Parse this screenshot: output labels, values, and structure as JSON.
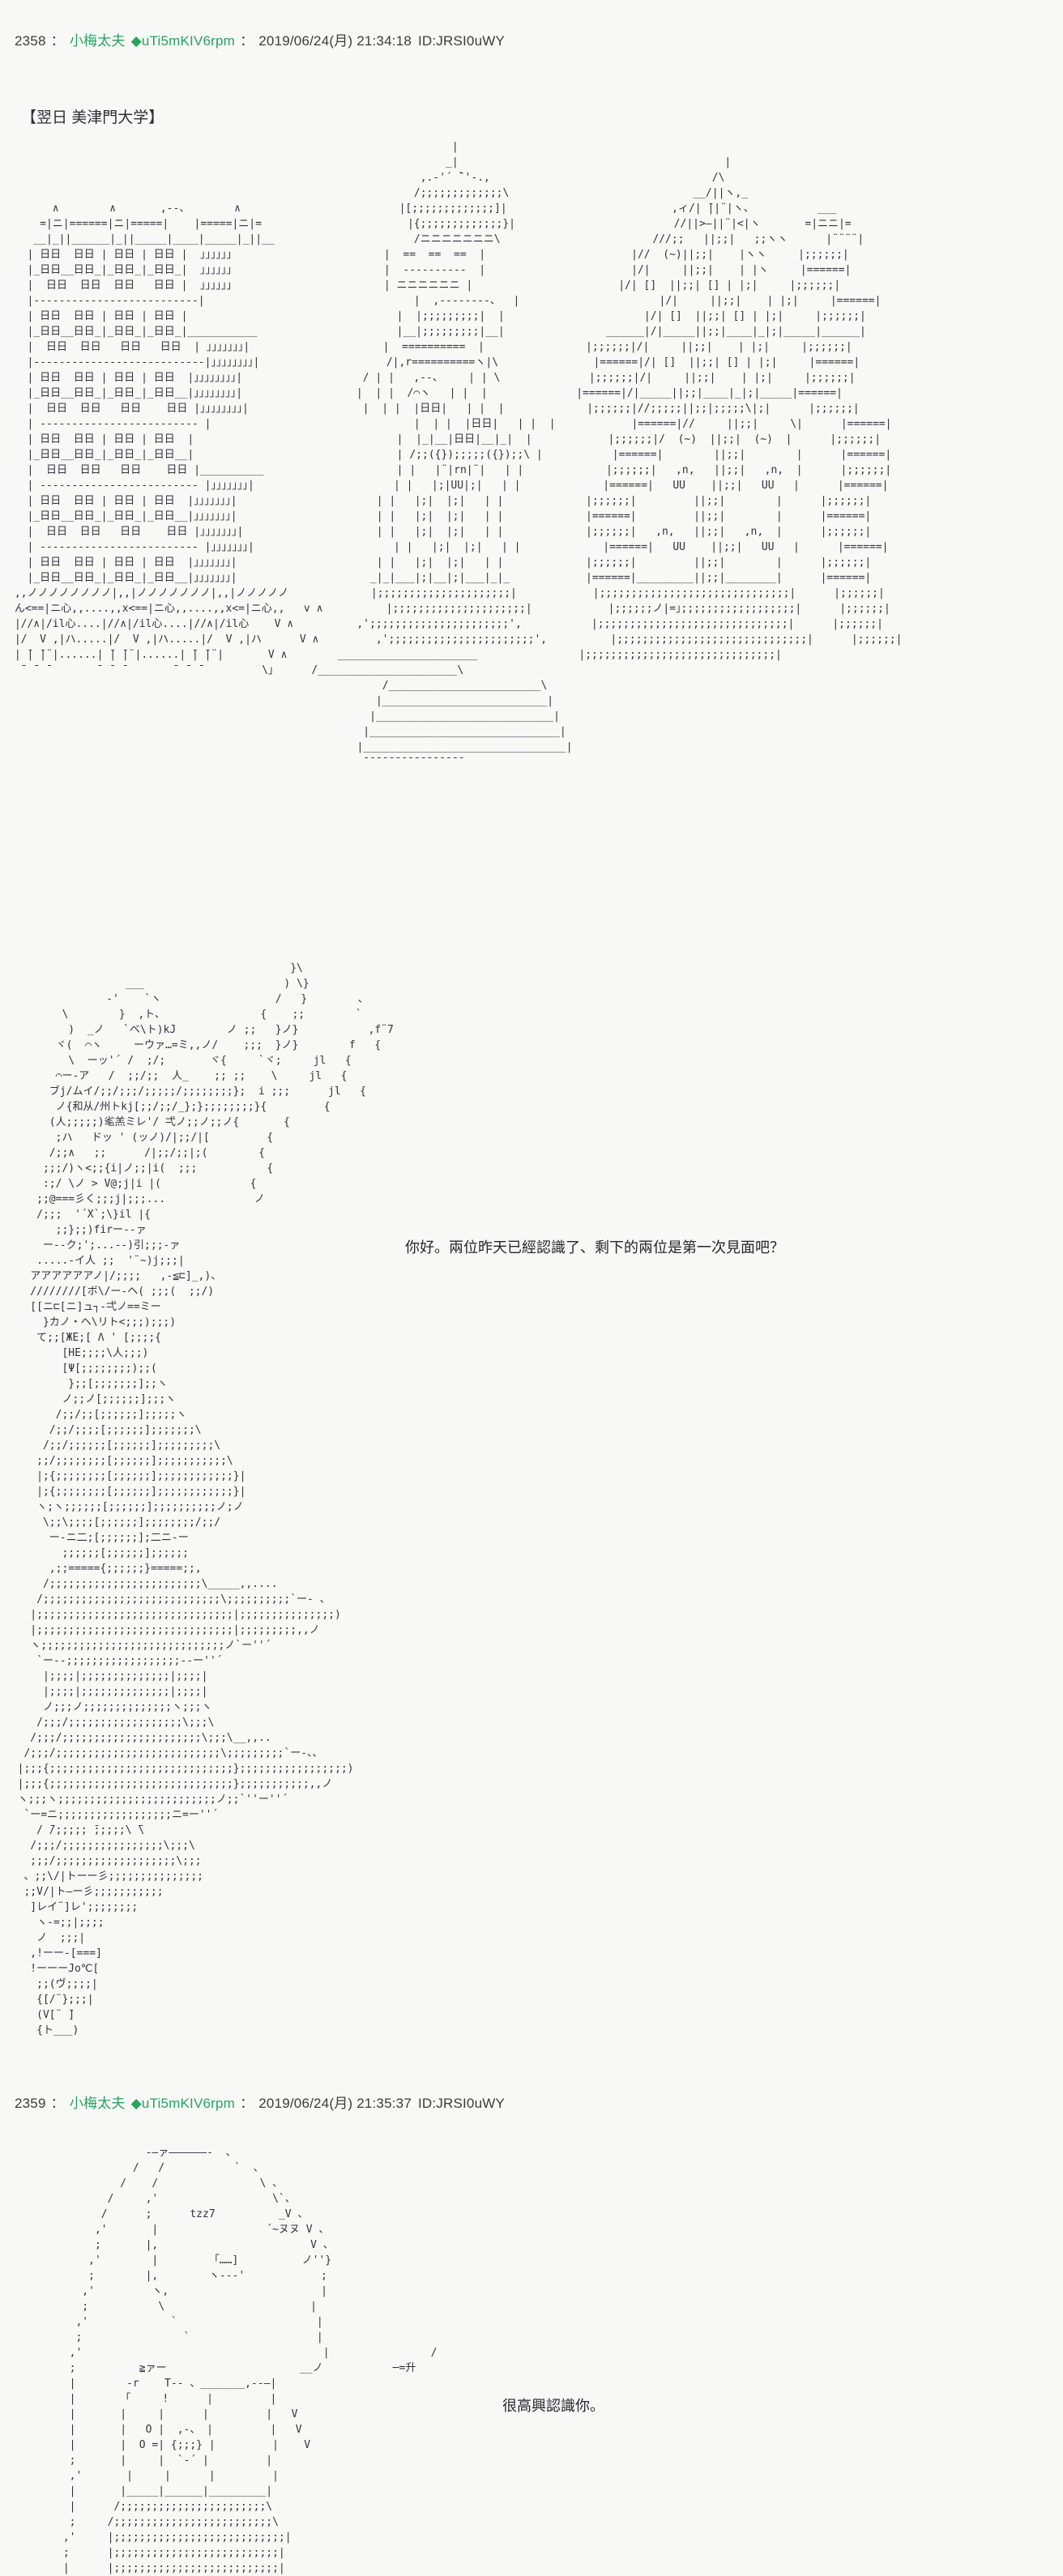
{
  "page": {
    "background": "#f8f8f7"
  },
  "colors": {
    "poster_name_green": "#27a35f",
    "header_text": "#3c3c3c",
    "aa_text": "#32323c"
  },
  "posts": [
    {
      "number": "2358",
      "colon": "：",
      "name": "小梅太夫",
      "tripcode": "◆uTi5mKIV6rpm",
      "colon2": "：",
      "datetime": "2019/06/24(月) 21:34:18",
      "id": "ID:JRSI0uWY",
      "heading": "【翌日 美津門大学】",
      "dialogue": "你好。兩位昨天已經認識了、剩下的兩位是第一次見面吧？",
      "aa_building": [
        "                                                                      |",
        "                                                                     _|                                          |",
        "                                                                 ,.-'´ ̄`'-.,                                   /\\",
        "                                                                /;;;;;;;;;;;;;\\                             __/||ヽ,_",
        "       ∧        ∧       ,--、       ∧                         |[;;;;;;;;;;;;;]|                          ,ィ/| ̄||¨|ヽ、          ___",
        "     =|ニ|======|ニ|=====|    |=====|ニ|=                       |{;;;;;;;;;;;;;}|                         //||>―||¨|<|ヽ       =|ニニ|=",
        "    __|_||______|_||_____|____|_____|_||__                      /ニニニニニニニ\\                        ///;;   ||;;|   ;;ヽヽ      |¨¨¨¨|",
        "   | 日日  日日 | 日日 | 日日 |  ｣｣｣｣｣｣                        |  ==  ==  ==  |                       |//  (~)||;;|    |ヽヽ     |;;;;;;|",
        "   |_日日__日日_|_日日_|_日日_|  ｣｣｣｣｣｣                        |  ----------  |                       |/|     ||;;|    | |ヽ     |======|",
        "   |  日日  日日  日日   日日 |  ｣｣｣｣｣｣                        | ニニニニニニ |                       |/| []  ||;;| [] | |;|     |;;;;;;|",
        "   |--------------------------|                                 |  ,--------、  |                      |/|     ||;;|    | |;|     |======|",
        "   | 日日  日日 | 日日 | 日日 |                                 |  |;;;;;;;;;|  |                      |/| []  ||;;| [] | |;|     |;;;;;;|",
        "   |_日日__日日_|_日日_|_日日_|___________                      |__|;;;;;;;;;|__|                ______|/|_____||;;|____|_|;|_____|______|",
        "   |  日日  日日   日日   日日  | ｣｣｣｣｣｣｣|                     |  ==========  |                |;;;;;;|/|     ||;;|    | |;|     |;;;;;;|",
        "   |---------------------------|｣｣｣｣｣｣｣｣|                    /|,r==========ヽ|\\               |======|/| []  ||;;| [] | |;|     |======|",
        "   | 日日  日日 | 日日 | 日日  |｣｣｣｣｣｣｣｣|                   / | |   ,--、    | | \\              |;;;;;;|/|     ||;;|    | |;|     |;;;;;;|",
        "   |_日日__日日_|_日日_|_日日__|｣｣｣｣｣｣｣｣|                  |  | |  /⌒ヽ   | |  |              |======|/|_____||;;|____|_|;|_____|======|",
        "   |  日日  日日   日日    日日 |｣｣｣｣｣｣｣｣|                  |  | |  |日日|   | |  |             |;;;;;;|//;;;;;||;;|;;;;;\\|;|      |;;;;;;|",
        "   | ------------------------- |                                |  | |  |日日|   | |  |            |======|//     ||;;|     \\|      |======|",
        "   | 日日  日日 | 日日 | 日日  |                                |  |_|__|日日|__|_|  |            |;;;;;;|/  (~)  ||;;|  (~)  |      |;;;;;;|",
        "   |_日日__日日_|_日日_|_日日__|                                | /;;({});;;;;({});;\\ |           |======|        ||;;|        |      |======|",
        "   |  日日  日日   日日    日日 |__________                     | |   |¨|rn|¨|   | |             |;;;;;;|   ,n,   ||;;|   ,n,  |      |;;;;;;|",
        "   | ------------------------- |｣｣｣｣｣｣｣|                      | |   |;|UU|;|   | |             |======|   UU    ||;;|   UU   |      |======|",
        "   | 日日  日日 | 日日 | 日日  |｣｣｣｣｣｣｣|                      | |   |;|  |;|   | |             |;;;;;;|         ||;;|        |      |;;;;;;|",
        "   |_日日__日日_|_日日_|_日日__|｣｣｣｣｣｣｣|                      | |   |;|  |;|   | |             |======|         ||;;|        |      |======|",
        "   |  日日  日日   日日    日日 |｣｣｣｣｣｣｣|                     | |   |;|  |;|   | |             |;;;;;;|   ,n,   ||;;|   ,n,  |      |;;;;;;|",
        "   | ------------------------- |｣｣｣｣｣｣｣|                      | |   |;|  |;|   | |             |======|   UU    ||;;|   UU   |      |======|",
        "   | 日日  日日 | 日日 | 日日  |｣｣｣｣｣｣｣|                      | |   |;|  |;|   | |             |;;;;;;|         ||;;|        |      |;;;;;;|",
        "   |_日日__日日_|_日日_|_日日__|｣｣｣｣｣｣｣|                     _|_|___|;|__|;|___|_|_            |======|_________||;;|________|      |======|",
        " ,,ノノノノノノノノ|,,|ノノノノノノノ|,,|ノノノノノ             |;;;;;;;;;;;;;;;;;;;;;|            |;;;;;;;;;;;;;;;;;;;;;;;;;;;;;;|      |;;;;;;|",
        " ん<==|ニ心,,....,,x<==|ニ心,,....,,x<=|ニ心,,   v ∧          |;;;;;;;;;;;;;;;;;;;;;|            |;;;;;;ノ|=｣;;;;;;;;;;;;;;;;;;|      |;;;;;;|",
        " |//∧|/il心....|//∧|/il心....|//∧|/il心    V ∧          ,';;;;;;;;;;;;;;;;;;;;;;',           |;;;;;;;;;;;;;;;;;;;;;;;;;;;;;;|      |;;;;;;|",
        " |/  V ,|ハ.....|/  V ,|ハ.....|/  V ,|ハ      V ∧         ,';;;;;;;;;;;;;;;;;;;;;;;',          |;;;;;;;;;;;;;;;;;;;;;;;;;;;;;;|      |;;;;;;|",
        " | ̄| ̄|¨|......| ̄| ̄|¨|......| ̄| ̄|¨|       V ∧        ______________________                |;;;;;;;;;;;;;;;;;;;;;;;;;;;;;;|",
        "  ̄  ̄  ̄        ̄  ̄  ̄        ̄  ̄  ̄          \\｣      /______________________\\",
        "                                                           /________________________\\",
        "                                                          |__________________________|",
        "                                                         |____________________________|",
        "                                                        |______________________________|",
        "                                                       |________________________________|",
        "                                                        ̄ ̄ ̄ ̄ ̄ ̄ ̄ ̄ ̄ ̄ ̄ ̄ ̄ ̄ ̄ ̄",
        "",
        "",
        "",
        "",
        ""
      ],
      "aa_character": [
        "                                             }\\",
        "                   ___                      ) \\}",
        "                -'    `ヽ                  /   }        、",
        "         \\        }  ,ト、               {    ;;        `",
        "          )  _ノ   `ベ\\ト)kJ        ノ ;;   }ノ}           ,f¨7",
        "        ヾ(  ⌒ヽ     ーウァ…=ミ,,ノ/    ;;;  }ノ}        f   {",
        "          \\  ーッ'´ /  ;/;       ヾ{     `ヾ;     jl   {",
        "        ⌒ー-ア   /  ;;/;;  人_    ;; ;;    \\     jl   {",
        "       ブj/ムイ/;;/;;;/;;;;;/;;;;;;;;};  i ;;;      jl   {",
        "        ノ{和从/州トkj[;;/;;/_};};;;;;;;;}{         {",
        "       (人;;;;;)毟羔ミレ'/ 弌ノ;;ノ;;ノ{       {",
        "        ;ハ   ドッ ' (ッノ)/|;;/|[         {",
        "       /;;∧   ;;      /|;;/;;|;(        {",
        "      ;;;/)ヽ<;;{i|ノ;;|i(  ;;;           {",
        "      :;/ \\ノ > V@;j|i |(              {",
        "     ;;@===彡く;;;j|;;;...              ノ",
        "     /;;;  '´X`;\\}il |{",
        "        ;;};;)firー--ァ",
        "      ー--ク;';...‐-)引;;;‐ァ",
        "     .....-イ人 ;;  '¨~)j;;;|",
        "    アアアアアアノ|/;;;;   ,-≦⊏]_,)、",
        "    ////////[ボ\\/ー-ヘ( ;;;(  ;;/)",
        "    [[ニ⊏[ニ]ュ┐-弌ノ==ミー",
        "      }カノ・ヘ\\リト<;;;);;;)",
        "     て;;[ЖE;[ Λ ' [;;;;{",
        "         [HE;;;;\\人;;;)",
        "         [Ψ[;;;;;;;;);;(",
        "          };;[;;;;;;;];;ヽ",
        "         ノ;;ノ[;;;;;;];;;ヽ",
        "        /;;/;;[;;;;;;];;;;;ヽ",
        "       /;;/;;;;[;;;;;;];;;;;;;\\",
        "      /;;/;;;;;;[;;;;;;];;;;;;;;;\\",
        "     ;;/;;;;;;;;[;;;;;;];;;;;;;;;;;\\",
        "     |;{;;;;;;;;[;;;;;;];;;;;;;;;;;;}|",
        "     |;{;;;;;;;;[;;;;;;];;;;;;;;;;;;}|",
        "     ヽ;ヽ;;;;;;[;;;;;;];;;;;;;;;;ノ;ノ",
        "      \\;;\\;;;;[;;;;;;];;;;;;;;/;;/",
        "       ー-ニ二;[;;;;;;];二ニ-ー",
        "         ;;;;;;[;;;;;;];;;;;;",
        "       ,;;====={;;;;;;}=====;;,",
        "      /;;;;;;;;;;;;;;;;;;;;;;;;\\_____,,....",
        "     /;;;;;;;;;;;;;;;;;;;;;;;;;;;;\\;;;;;;;;;;`ー- 、",
        "    |;;;;;;;;;;;;;;;;;;;;;;;;;;;;;;;|;;;;;;;;;;;;;;;)",
        "    |;;;;;;;;;;;;;;;;;;;;;;;;;;;;;;;|;;;;;;;;;,,ノ",
        "    ヽ;;;;;;;;;;;;;;;;;;;;;;;;;;;;;ノ`ー''´",
        "     `ー--;;;;;;;;;;;;;;;;;;--ー''´",
        "      |;;;;|;;;;;;;;;;;;;;|;;;;|",
        "      |;;;;|;;;;;;;;;;;;;;|;;;;|",
        "      ノ;;;ノ;;;;;;;;;;;;;;ヽ;;;ヽ",
        "     /;;;/;;;;;;;;;;;;;;;;;;\\;;;\\",
        "    /;;;/;;;;;;;;;;;;;;;;;;;;;;\\;;;\\__,,..",
        "   /;;;/;;;;;;;;;;;;;;;;;;;;;;;;;;\\;;;;;;;;;`ー-、、",
        "  |;;;{;;;;;;;;;;;;;;;;;;;;;;;;;;;;;};;;;;;;;;;;;;;;;;)",
        "  |;;;{;;;;;;;;;;;;;;;;;;;;;;;;;;;;;};;;;;;;;;;;,,ノ",
        "  ヽ;;;ヽ;;;;;;;;;;;;;;;;;;;;;;;;;ノ;;`''ー''´",
        "   `ー=ニ;;;;;;;;;;;;;;;;;;ニ=ー''´",
        "     / ̄/;;;;; ̄;;;;;\\ ̄\\",
        "    /;;;/;;;;;;;;;;;;;;;;\\;;;\\",
        "    ;;;/;;;;;;;;;;;;;;;;;;;\\;;;",
        "   、;;\\/|トーー彡;;;;;;;;;;;;;;;",
        "   ;;V/|ト―ー彡;;;;;;;;;;;",
        "    ]レイ¨]レ';;;;;;;;",
        "     ヽ-=;;|;;;;",
        "     ノ  ;;;|",
        "    ,!ーー-[===]",
        "    !ーーーJo℃[",
        "     ;;(ヴ;;;;|",
        "     {[/¨};;;|",
        "     (V[¨ ̄]",
        "     {ト___)"
      ]
    },
    {
      "number": "2359",
      "colon": "：",
      "name": "小梅太夫",
      "tripcode": "◆uTi5mKIV6rpm",
      "colon2": "：",
      "datetime": "2019/06/24(月) 21:35:37",
      "id": "ID:JRSI0uWY",
      "dialogue": "很高興認識你。",
      "aa_character": [
        "              -―ァ――――――-  、",
        "            /   /           `  、",
        "          /    /                \\ 、",
        "        /     ,'                  \\`、",
        "       /      ;      tzz7          _V 、",
        "      ,'       |                 ´~ヌヌ V 、",
        "      ;       |,                        V 、",
        "     ,'        |        「……]          ノ''}",
        "     ;        |,        ヽ--‐'            ;",
        "    ,'         ヽ,                        |",
        "    ;           \\                       |",
        "   ,'             `                      |",
        "   ;                `                    |",
        "  ,'                                      |                /",
        "  ;          ≧ァー                     __ノ           ─=升",
        "  |        -r    T-- 、_______,--―|",
        "  |       「     !      |         |",
        "  |       |     |      |         |   V",
        "  |       |   O |  ,-、 |         |   V",
        "  |       |  O =| {;;;} |         |    V",
        "  ;       |     |  `-´ |         |",
        "  ,'       |     |      |         |",
        "  |       |_____|______|_________|",
        "  |      /;;;;;;;;;;;;;;;;;;;;;;;\\",
        "  ;     /;;;;;;;;;;;;;;;;;;;;;;;;;\\",
        " ,'     |;;;;;;;;;;;;;;;;;;;;;;;;;;;|",
        " ;      |;;;;;;;;;;;;;;;;;;;;;;;;;;|",
        " |      |;;;;;;;;;;;;;;;;;;;;;;;;;;|"
      ]
    }
  ]
}
